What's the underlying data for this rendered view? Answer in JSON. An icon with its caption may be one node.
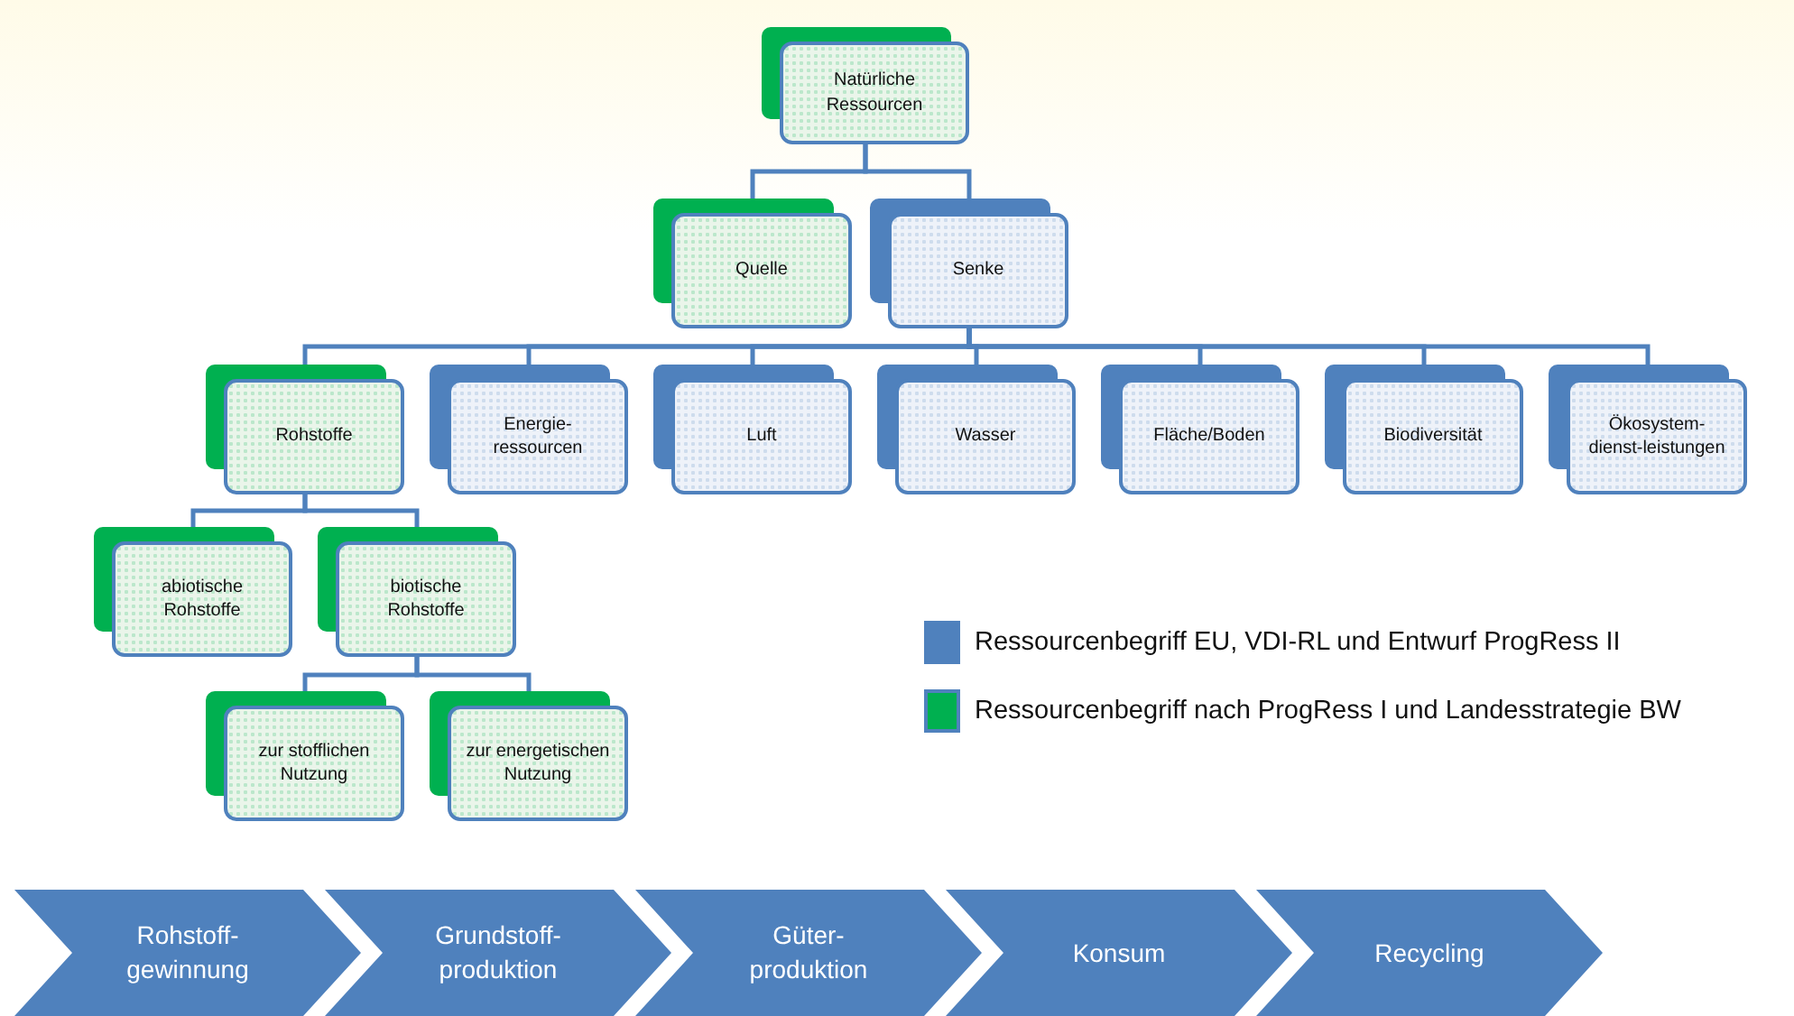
{
  "diagram": {
    "nodes": [
      {
        "text": [
          "Natürliche Ressourcen"
        ]
      },
      {
        "text": [
          "Quelle"
        ]
      },
      {
        "text": [
          "Senke"
        ]
      },
      {
        "text": [
          "Rohstoffe"
        ]
      },
      {
        "text": [
          "Energie- ressourcen"
        ]
      },
      {
        "text": [
          "Luft"
        ]
      },
      {
        "text": [
          "Wasser"
        ]
      },
      {
        "text": [
          "Fläche/Boden"
        ]
      },
      {
        "text": [
          "Biodiversität"
        ]
      },
      {
        "text": [
          "Ökosystem- dienst-leistungen"
        ]
      },
      {
        "text": [
          "abiotische Rohstoffe"
        ]
      },
      {
        "text": [
          "biotische Rohstoffe"
        ]
      },
      {
        "text": [
          "zur stofflichen Nutzung"
        ]
      },
      {
        "text": [
          "zur energetischen Nutzung"
        ]
      },
      {
        "text": [
          "Rohstoff- gewinnung"
        ]
      },
      {
        "text": [
          "Grundstoff- produktion"
        ]
      },
      {
        "text": [
          "Güter- produktion"
        ]
      },
      {
        "text": [
          "Konsum"
        ]
      },
      {
        "text": [
          "Recycling"
        ]
      }
    ],
    "edges": [
      {
        "from": 0,
        "to": 1,
        "arrow": "none"
      },
      {
        "from": 0,
        "to": 2,
        "arrow": "none"
      },
      {
        "from": 2,
        "to": 3,
        "arrow": "none"
      },
      {
        "from": 2,
        "to": 4,
        "arrow": "none"
      },
      {
        "from": 2,
        "to": 5,
        "arrow": "none"
      },
      {
        "from": 2,
        "to": 6,
        "arrow": "none"
      },
      {
        "from": 2,
        "to": 7,
        "arrow": "none"
      },
      {
        "from": 2,
        "to": 8,
        "arrow": "none"
      },
      {
        "from": 2,
        "to": 9,
        "arrow": "none"
      },
      {
        "from": 3,
        "to": 10,
        "arrow": "none"
      },
      {
        "from": 3,
        "to": 11,
        "arrow": "none"
      },
      {
        "from": 11,
        "to": 12,
        "arrow": "none"
      },
      {
        "from": 11,
        "to": 13,
        "arrow": "none"
      }
    ],
    "legend": [
      {
        "text": "Ressourcenbegriff EU, VDI-RL und Entwurf ProgRess II",
        "color": "#4f81bd"
      },
      {
        "text": "Ressourcenbegriff nach ProgRess I und Landesstrategie BW",
        "color": "#00b050"
      }
    ]
  }
}
